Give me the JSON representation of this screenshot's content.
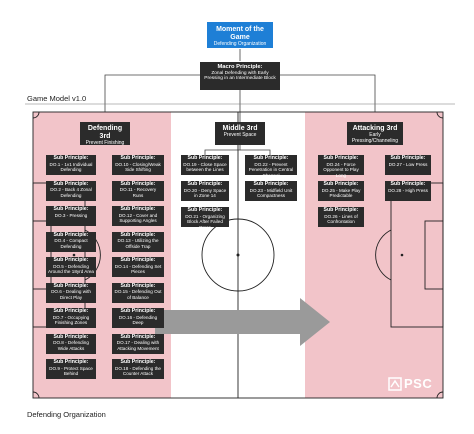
{
  "top": {
    "title": "Moment of the Game",
    "subtitle": "Defending Organization"
  },
  "macro": {
    "title": "Macro Principle:",
    "text": "Zonal Defending with Early Pressing in an Intermediate Block"
  },
  "game_model_label": "Game Model v1.0",
  "bottom_label": "Defending Organization",
  "logo": "PSC",
  "thirds": [
    {
      "title": "Defending 3rd",
      "subtitle": "Prevent Finishing"
    },
    {
      "title": "Middle 3rd",
      "subtitle": "Prevent Space"
    },
    {
      "title": "Attacking 3rd",
      "subtitle": "Early Pressing/Channeling"
    }
  ],
  "sub_label": "Sub Principle:",
  "def_left": [
    "DO.1 - 1v1 Individual Defending",
    "DO.2 - Back 4 Zonal Defending",
    "DO.3 - Pressing",
    "DO.4 - Compact Defending",
    "DO.5 - Defending Around the 18yrd Area",
    "DO.6 - Dealing with Direct Play",
    "DO.7 - Occupying Finishing Zones",
    "DO.8 - Defending Wide Attacks",
    "DO.9 - Protect Space Behind"
  ],
  "def_right": [
    "DO.10 - Closing/Weak Side Shifting",
    "DO.11 - Recovery Runs",
    "DO.12 - Cover and Supporting Angles",
    "DO.13 - Utilizing the Offside Trap",
    "DO.14 - Defending Set Pieces",
    "DO.15 - Defending Out of Balance",
    "DO.16 - Defending Deep",
    "DO.17 - Dealing with Attacking Movement",
    "DO.18 - Defending the Counter Attack"
  ],
  "mid_left": [
    "DO.19 - Close Space between the Lines",
    "DO.20 - Deny Space in Zone 14",
    "DO.21 - Organizing Block After Failed Press"
  ],
  "mid_right": [
    "DO.22 - Prevent Penetration in Central Channel",
    "DO.23 - Midfield Unit Compactness"
  ],
  "att_left": [
    "DO.24 - Force Opponent to Play Long",
    "DO.25 - Make Play Predictable",
    "DO.26 - Lines of Confrontation"
  ],
  "att_right": [
    "DO.27 - Low Press",
    "DO.28 - High Press"
  ],
  "colors": {
    "top_box": "#1e7fd6",
    "box": "#2b2b2b",
    "zone": "#f2c4c9",
    "arrow": "#9a9a9a"
  }
}
